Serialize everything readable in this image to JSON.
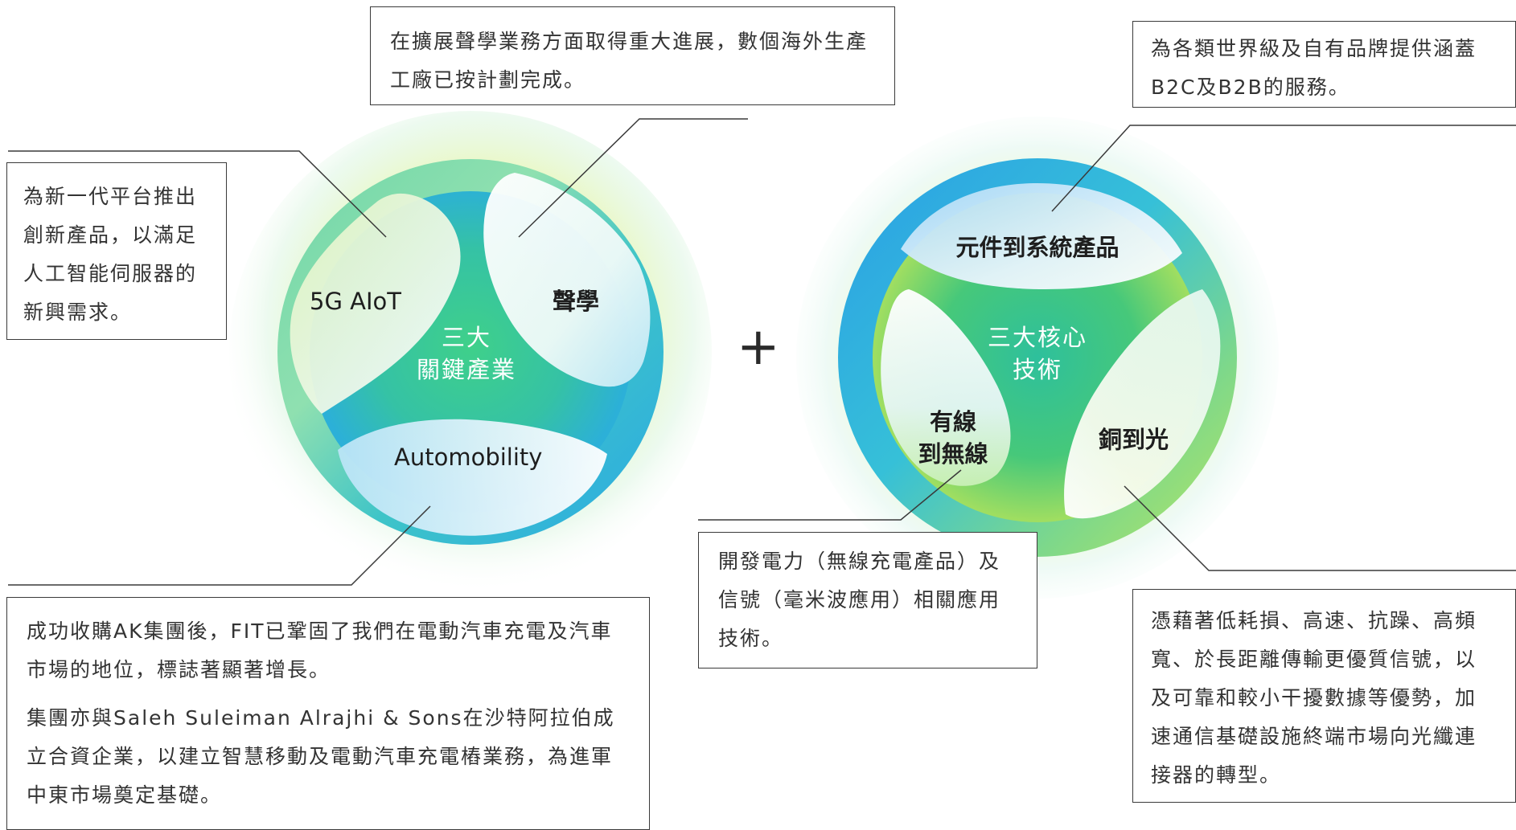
{
  "left_circle": {
    "center_label": [
      "三大",
      "關鍵產業"
    ],
    "segments": {
      "top_left": "5G AIoT",
      "top_right": "聲學",
      "bottom": "Automobility"
    }
  },
  "right_circle": {
    "center_label": [
      "三大核心",
      "技術"
    ],
    "segments": {
      "top": "元件到系統產品",
      "left": [
        "有線",
        "到無線"
      ],
      "right": "銅到光"
    }
  },
  "plus_sign": "+",
  "callouts": {
    "acoustics": "在擴展聲學業務方面取得重大進展，數個海外生產工廠已按計劃完成。",
    "aiot": "為新一代平台推出創新產品，以滿足人工智能伺服器的新興需求。",
    "automobility_p1": "成功收購AK集團後，FIT已鞏固了我們在電動汽車充電及汽車市場的地位，標誌著顯著增長。",
    "automobility_p2": "集團亦與Saleh Suleiman Alrajhi & Sons在沙特阿拉伯成立合資企業，以建立智慧移動及電動汽車充電樁業務，為進軍中東市場奠定基礎。",
    "component_to_system": "為各類世界級及自有品牌提供涵蓋B2C及B2B的服務。",
    "wired_to_wireless": "開發電力（無線充電產品）及信號（毫米波應用）相關應用技術。",
    "copper_to_optical": "憑藉著低耗損、高速、抗躁、高頻寬、於長距離傳輸更優質信號，以及可靠和較小干擾數據等優勢，加速通信基礎設施終端市場向光纖連接器的轉型。"
  },
  "colors": {
    "blue": "#2fb0e6",
    "green": "#4fcf8a",
    "yellow": "#d7ee6a",
    "line": "#3a3a3a"
  }
}
